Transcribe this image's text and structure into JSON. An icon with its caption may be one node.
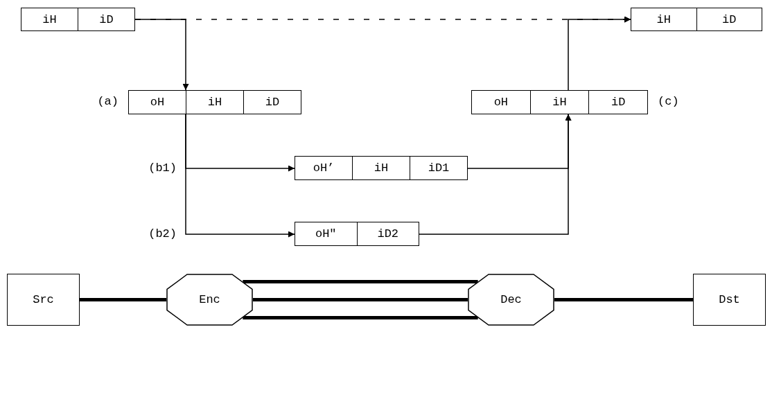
{
  "diagram": {
    "nodes": [
      {
        "text": [
          "iH",
          "iD"
        ]
      },
      {
        "text": [
          "iH",
          "iD"
        ]
      },
      {
        "text": [
          "oH",
          "iH",
          "iD"
        ],
        "beside": [
          "(a)"
        ]
      },
      {
        "text": [
          "oH",
          "iH",
          "iD"
        ],
        "beside": [
          "(c)"
        ]
      },
      {
        "text": [
          "oH’",
          "iH",
          "iD1"
        ]
      },
      {
        "text": [
          "oH\"",
          "iD2"
        ]
      },
      {
        "text": [
          "Src"
        ]
      },
      {
        "text": [
          "Enc"
        ]
      },
      {
        "text": [
          "Dec"
        ]
      },
      {
        "text": [
          "Dst"
        ]
      }
    ],
    "edges": [
      {
        "from": 0,
        "to": 1,
        "arrow": "to",
        "style": "dashed"
      },
      {
        "from": 0,
        "to": 2,
        "arrow": "to"
      },
      {
        "from": 3,
        "to": 1,
        "arrow": "to"
      },
      {
        "from": 2,
        "to": 4,
        "arrow": "to"
      },
      {
        "from": 2,
        "to": 5,
        "arrow": "to"
      },
      {
        "from": 4,
        "to": 3,
        "arrow": "to"
      },
      {
        "from": 5,
        "to": 3,
        "arrow": "to"
      },
      {
        "from": 6,
        "to": 7,
        "arrow": "none",
        "style": "thick"
      },
      {
        "from": 7,
        "to": 8,
        "arrow": "none",
        "style": "thick"
      },
      {
        "from": 7,
        "to": 8,
        "arrow": "none",
        "style": "thick"
      },
      {
        "from": 7,
        "to": 8,
        "arrow": "none",
        "style": "thick"
      },
      {
        "from": 8,
        "to": 9,
        "arrow": "none",
        "style": "thick"
      }
    ],
    "labels": [
      "(b1)",
      "(b2)"
    ]
  }
}
